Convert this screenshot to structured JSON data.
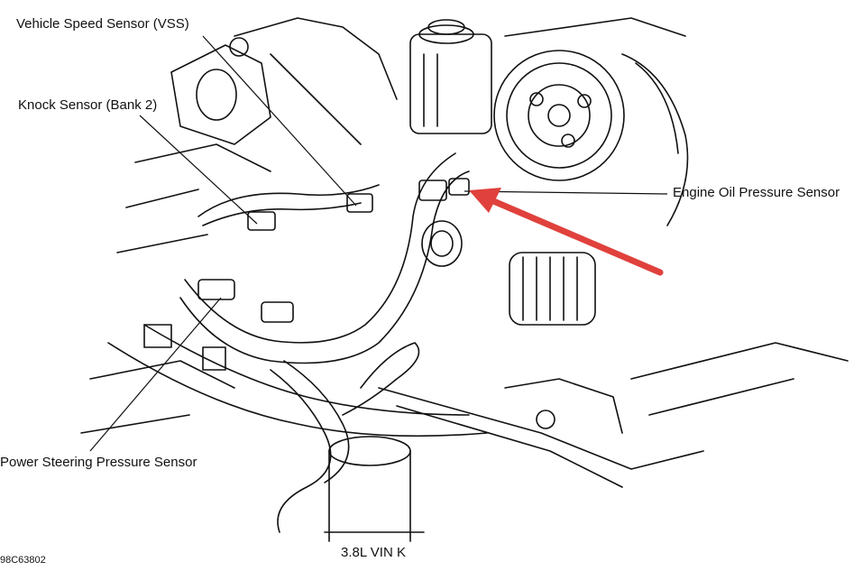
{
  "labels": {
    "vss": "Vehicle Speed Sensor (VSS)",
    "knock": "Knock Sensor (Bank 2)",
    "oil_pressure": "Engine Oil Pressure Sensor",
    "power_steering": "Power Steering Pressure Sensor",
    "engine": "3.8L VIN K",
    "figure_code": "98C63802"
  },
  "colors": {
    "line": "#111111",
    "arrow": "#e0413c"
  }
}
